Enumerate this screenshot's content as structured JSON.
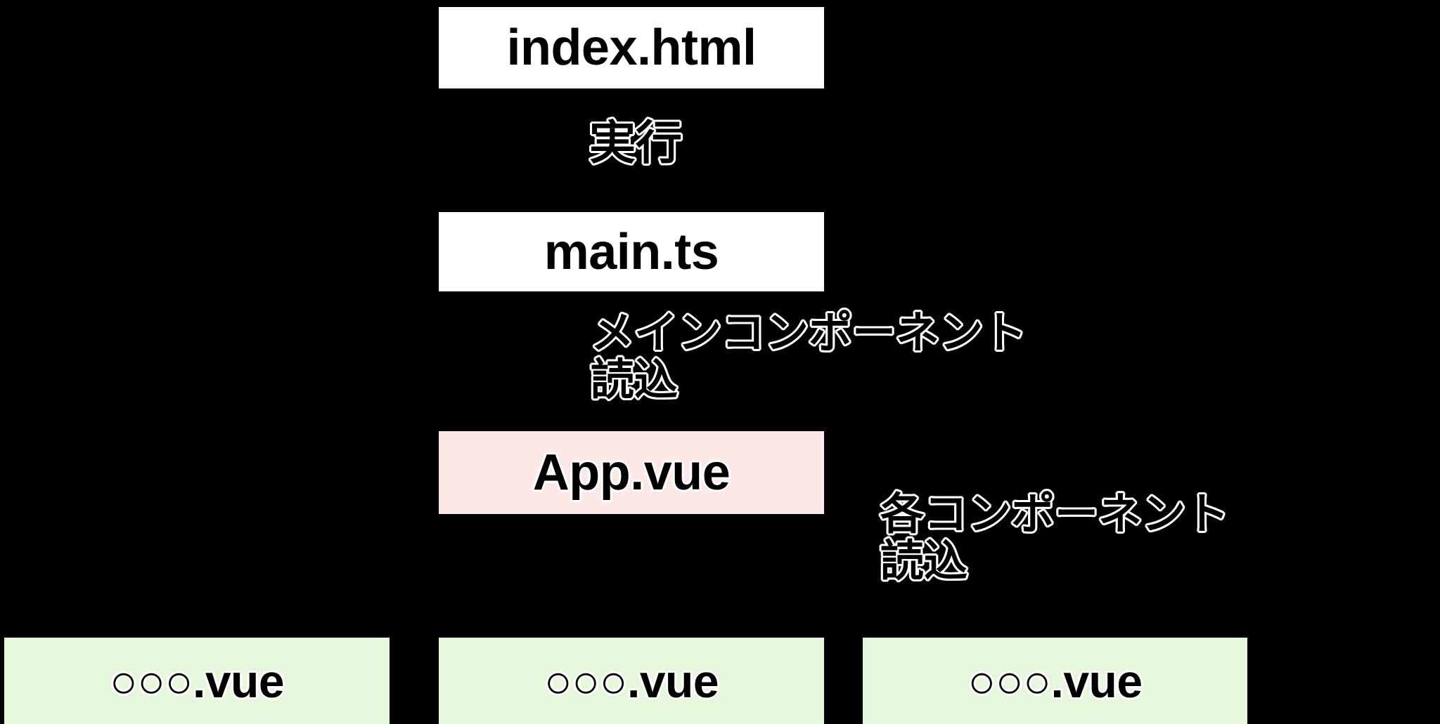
{
  "diagram": {
    "background_color": "#000000",
    "title": "",
    "nodes": [
      {
        "id": "index",
        "label": "index.html",
        "fill": "#ffffff",
        "kind": "entry-html"
      },
      {
        "id": "main",
        "label": "main.ts",
        "fill": "#ffffff",
        "kind": "entry-script"
      },
      {
        "id": "app",
        "label": "App.vue",
        "fill": "#fde8e6",
        "kind": "root-component"
      },
      {
        "id": "comp1",
        "label": "○○○.vue",
        "fill": "#e5f8dc",
        "kind": "component"
      },
      {
        "id": "comp2",
        "label": "○○○.vue",
        "fill": "#e5f8dc",
        "kind": "component"
      },
      {
        "id": "comp3",
        "label": "○○○.vue",
        "fill": "#e5f8dc",
        "kind": "component"
      }
    ],
    "annotations": [
      {
        "id": "run",
        "text": "実行",
        "from": "index",
        "to": "main"
      },
      {
        "id": "load-main",
        "text": "メインコンポーネント\n読込",
        "from": "main",
        "to": "app"
      },
      {
        "id": "load-each",
        "text": "各コンポーネント\n読込",
        "from": "app",
        "to": "comp3"
      }
    ],
    "colors": {
      "white_box": "#ffffff",
      "pink_box": "#fde8e6",
      "green_box": "#e5f8dc",
      "text": "#000000",
      "outline": "#ffffff"
    }
  }
}
